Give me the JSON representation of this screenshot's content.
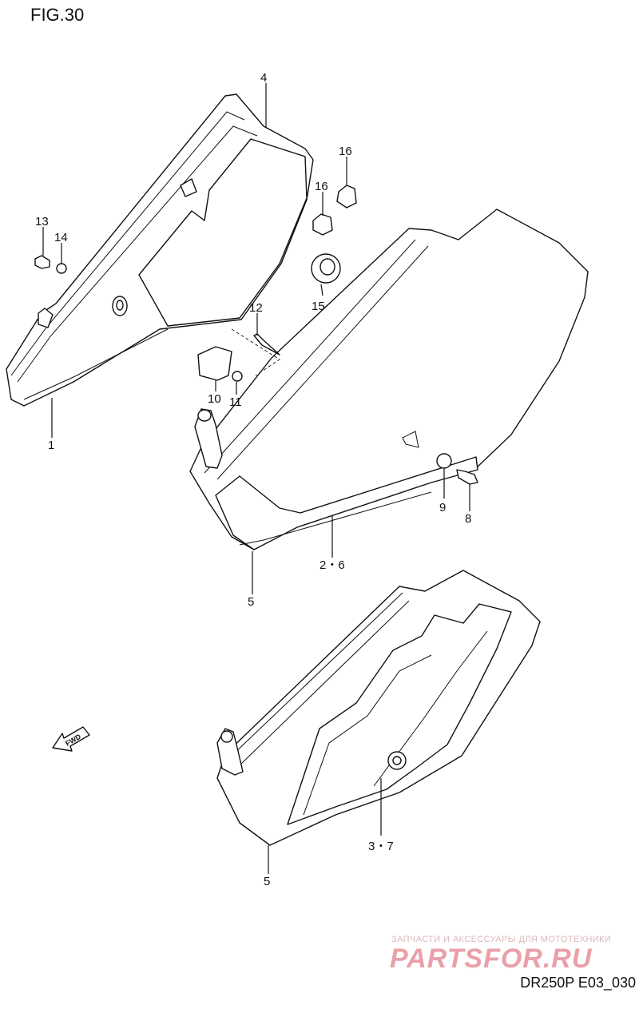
{
  "header": {
    "figure_title": "FIG.30"
  },
  "footer": {
    "drawing_code": "DR250P E03_030",
    "watermark_caption": "ЗАПЧАСТИ И АКСЕССУАРЫ ДЛЯ МОТОТЕХНИКИ",
    "watermark_logo": "PARTSFOR.RU"
  },
  "fwd_arrow": {
    "text": "FWD"
  },
  "callouts": [
    "4",
    "16",
    "16",
    "13",
    "14",
    "15",
    "12",
    "10",
    "11",
    "1",
    "9",
    "8",
    "2・6",
    "5",
    "3・7",
    "5"
  ],
  "colors": {
    "line": "#111111",
    "background": "#ffffff",
    "watermark": "#e9a0a8"
  }
}
